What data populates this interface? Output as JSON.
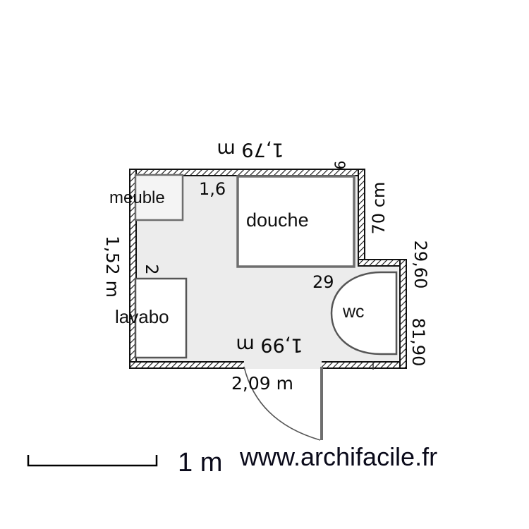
{
  "colors": {
    "wall_hatch": "#111111",
    "wall_fill": "#ffffff",
    "floor": "#ececec",
    "fixture_stroke": "#6e6e6e",
    "text": "#111111",
    "scale_text": "#0a0a1a"
  },
  "rooms": {
    "meuble": "meuble",
    "douche": "douche",
    "lavabo": "lavabo",
    "wc": "wc"
  },
  "dimensions": {
    "top": "1,79 m",
    "left": "1,52 m",
    "inner_bottom": "1,99 m",
    "outer_bottom": "2,09 m",
    "right_top": "70 cm",
    "right_mid": "29,60",
    "right_bottom": "81,90",
    "wc_width": "29",
    "meuble_width": "1,6",
    "meuble_height": "2",
    "small_marker": "9"
  },
  "footer": {
    "scale_label": "1 m",
    "website": "www.archifacile.fr"
  }
}
